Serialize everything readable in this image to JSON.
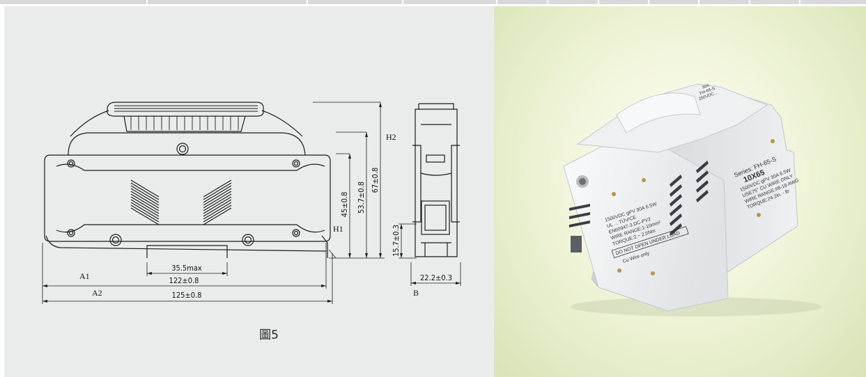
{
  "drawing": {
    "dimensions": {
      "d_35_5": "35.5max",
      "d_122": "122±0.8",
      "d_125": "125±0.8",
      "d_45": "45±0.8",
      "d_53_7": "53.7±0.8",
      "d_67": "67±0.8",
      "d_15_7": "15.7±0.3",
      "d_22_2": "22.2±0.3"
    },
    "labels": {
      "a1": "A1",
      "a2": "A2",
      "h1": "H1",
      "h2": "H2",
      "b": "B"
    },
    "caption": "圖5"
  },
  "product": {
    "handle_label": [
      "30A",
      "FH-65-S",
      "250VDC..."
    ],
    "series": "Series: FH-65-S",
    "model": "10X65",
    "right_lines": [
      "1500VDC gPV 30A 6.5W",
      "USE75° CU WIRE ONLY",
      "WIRE RANGE:#8-18 AWG",
      "TORQUE:24.2in. - lb"
    ],
    "left_lines": [
      "1500VDC gPV 30A 6.5W",
      "UL ... TÜV/CE",
      "EN60947-3 DC-PV2",
      "WIRE RANGE:1-10mm²",
      "TORQUE:2 ~ 2.5Nm"
    ],
    "warning": "DO NOT OPEN UNDER LOAD",
    "cu_note": "Cu Wire only"
  }
}
